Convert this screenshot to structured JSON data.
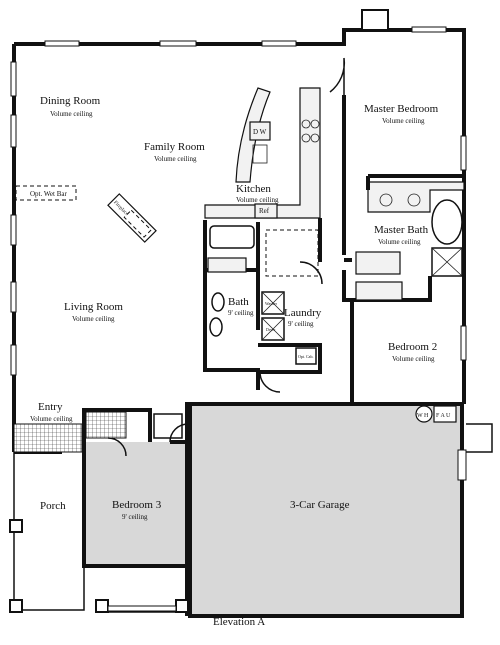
{
  "rooms": {
    "dining": {
      "name": "Dining Room",
      "note": "Volume ceiling"
    },
    "family": {
      "name": "Family Room",
      "note": "Volume ceiling"
    },
    "master_bedroom": {
      "name": "Master Bedroom",
      "note": "Volume ceiling"
    },
    "kitchen": {
      "name": "Kitchen",
      "note": "Volume ceiling"
    },
    "master_bath": {
      "name": "Master Bath",
      "note": "Volume ceiling"
    },
    "living": {
      "name": "Living Room",
      "note": "Volume ceiling"
    },
    "bath": {
      "name": "Bath",
      "note": "9' ceiling"
    },
    "laundry": {
      "name": "Laundry",
      "note": "9' ceiling"
    },
    "bedroom2": {
      "name": "Bedroom 2",
      "note": "Volume ceiling"
    },
    "entry": {
      "name": "Entry",
      "note": "Volume ceiling"
    },
    "porch": {
      "name": "Porch"
    },
    "bedroom3": {
      "name": "Bedroom 3",
      "note": "9' ceiling"
    },
    "garage": {
      "name": "3-Car Garage"
    }
  },
  "fixtures": {
    "wet_bar": "Opt. Wet Bar",
    "fireplace": "Fireplace",
    "dishwasher": "D W",
    "refrigerator": "Ref",
    "washer": "Washer",
    "dryer": "Dryer",
    "water_heater": "W H",
    "furnace": "F A U",
    "cabinet": "Opt. Cab."
  },
  "elevation": "Elevation A",
  "colors": {
    "wall": "#111111",
    "garage_fill": "#d8d8d8",
    "background": "#ffffff"
  }
}
